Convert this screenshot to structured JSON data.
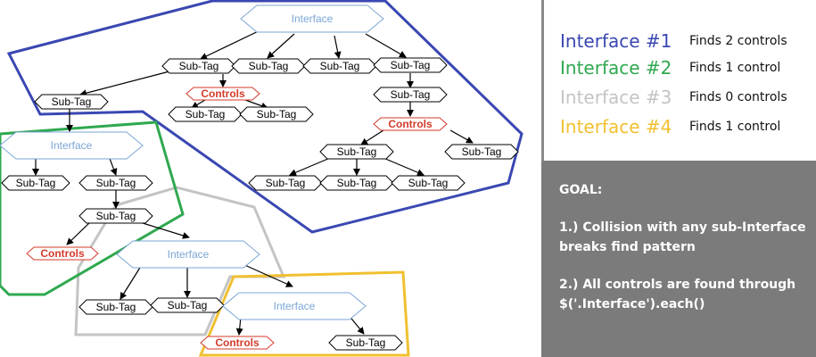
{
  "colors": {
    "interface_1": "#3a47b2",
    "interface_2": "#2fa84f",
    "interface_3": "#c4c4c4",
    "interface_4": "#f0c030",
    "controls_text": "#d43a2a",
    "interface_node_text": "#7aa6d6",
    "goal_background": "#7b7b7b"
  },
  "labels": {
    "interface": "Interface",
    "sub_tag": "Sub-Tag",
    "controls": "Controls"
  },
  "legend": [
    {
      "title": "Interface #1",
      "desc": "Finds 2 controls"
    },
    {
      "title": "Interface #2",
      "desc": "Finds 1 control"
    },
    {
      "title": "Interface #3",
      "desc": "Finds 0 controls"
    },
    {
      "title": "Interface #4",
      "desc": "Finds 1 control"
    }
  ],
  "goal": {
    "heading": "GOAL:",
    "point_1": "1.) Collision with any sub-Interface breaks find pattern",
    "point_2": "2.) All controls are found through $('.Interface').each()"
  }
}
